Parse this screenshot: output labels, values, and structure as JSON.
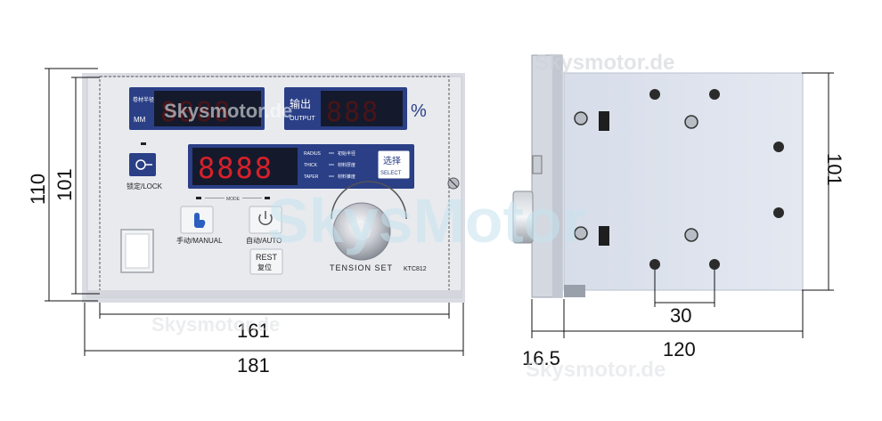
{
  "watermark": {
    "brand_top": "Skysmotor.de",
    "brand_large": "SkysMotor",
    "brand_bottom_left": "Skysmotor.de",
    "brand_bottom_right": "Skysmotor.de"
  },
  "front_panel": {
    "radius_label_cn": "卷材半径",
    "radius_unit": "MM",
    "output_label_cn": "输出",
    "output_label_en": "OUTPUT",
    "percent_sign": "%",
    "radius_display": "8888",
    "output_display": "888",
    "main_display": "8888",
    "mode_indicators": [
      {
        "en": "RADIUS",
        "cn": "初始半径"
      },
      {
        "en": "THICK",
        "cn": "材料厚度"
      },
      {
        "en": "TAPER",
        "cn": "材料锥度"
      }
    ],
    "select_cn": "选择",
    "select_en": "SELECT",
    "lock_label": "锁定/LOCK",
    "mode_label": "MODE",
    "manual_label": "手动/MANUAL",
    "auto_label": "自动/AUTO",
    "rest_label_en": "REST",
    "rest_label_cn": "复位",
    "knob_label": "TENSION SET",
    "model_label": "KTC812"
  },
  "dimensions": {
    "front_height_outer": "110",
    "front_height_inner": "101",
    "front_width_inner": "161",
    "front_width_outer": "181",
    "side_height": "101",
    "side_hole_spacing": "30",
    "side_flange": "16.5",
    "side_depth": "120"
  },
  "colors": {
    "panel": "#e6e8ec",
    "display_bg": "#2a3f86",
    "segment": "#d8202a",
    "dimension_line": "#111111"
  }
}
